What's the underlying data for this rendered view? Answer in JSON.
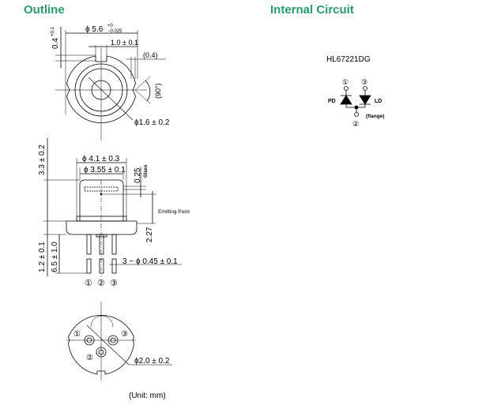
{
  "colors": {
    "heading": "#2a9a6a",
    "line": "#000000"
  },
  "outline": {
    "title": "Outline",
    "top_view": {
      "dim_diameter": "ϕ 5.6",
      "dim_diameter_tol_upper": "+0",
      "dim_diameter_tol_lower": "−0.025",
      "dim_slot": "1.0 ± 0.1",
      "dim_notch": "(0.4)",
      "dim_depth": "0.4",
      "dim_depth_tol_upper": "+0.1",
      "dim_depth_tol_lower": "−0",
      "dim_angle": "(90°)",
      "dim_window": "ϕ1.6 ± 0.2"
    },
    "side_view": {
      "dim_cap_outer": "ϕ 4.1 ± 0.3",
      "dim_cap_inner": "ϕ 3.55 ± 0.1",
      "dim_glass": "0.25",
      "glass_label": "Glass",
      "emitting_point_label": "Emitting Point",
      "dim_emit_height": "2.27",
      "dim_total_height": "3.3 ± 0.2",
      "dim_flange": "1.2 ± 0.1",
      "dim_lead_length": "6.5 ± 1.0",
      "dim_leads": "3 − ϕ 0.45 ± 0.1",
      "pin_labels": [
        "①",
        "②",
        "③"
      ]
    },
    "bottom_view": {
      "dim_pin_circle": "ϕ2.0 ± 0.2",
      "pin_labels": [
        "①",
        "②",
        "③"
      ]
    },
    "unit_note": "(Unit: mm)"
  },
  "internal_circuit": {
    "title": "Internal Circuit",
    "part_number": "HL67221DG",
    "pd_label": "PD",
    "ld_label": "LD",
    "flange_label": "(flange)",
    "pin_labels": [
      "①",
      "②",
      "③"
    ]
  }
}
